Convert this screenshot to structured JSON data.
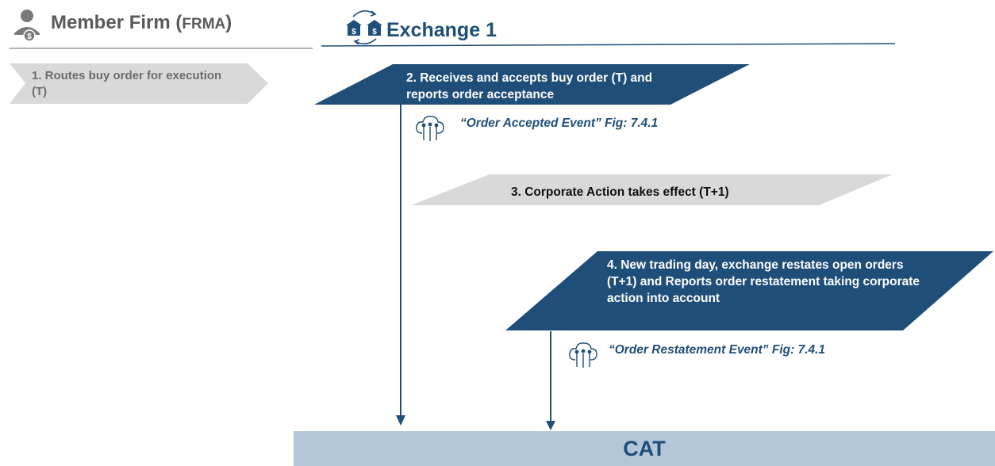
{
  "member_firm": {
    "title": "Member Firm (",
    "title_suffix": "FRMA",
    "title_close": ")",
    "icon": "user-dollar-icon"
  },
  "exchange": {
    "title": "Exchange 1",
    "icon": "exchange-buildings-icon"
  },
  "steps": [
    {
      "text": "1. Routes buy order for execution (T)"
    },
    {
      "text": "2. Receives and accepts buy order (T) and reports order acceptance"
    },
    {
      "text": "3. Corporate Action takes effect (T+1)"
    },
    {
      "text": "4. New trading day, exchange restates open orders (T+1) and Reports order restatement taking corporate action into account"
    }
  ],
  "events": [
    {
      "text": "“Order Accepted Event” Fig: 7.4.1",
      "icon": "network-cloud-icon"
    },
    {
      "text": "“Order Restatement Event” Fig: 7.4.1",
      "icon": "network-cloud-icon"
    }
  ],
  "cat": {
    "label": "CAT"
  },
  "colors": {
    "navy": "#1f4e79",
    "gray_shape": "#d9d9d9",
    "cat_bar": "#b4c7d9",
    "gray_text": "#595959"
  }
}
